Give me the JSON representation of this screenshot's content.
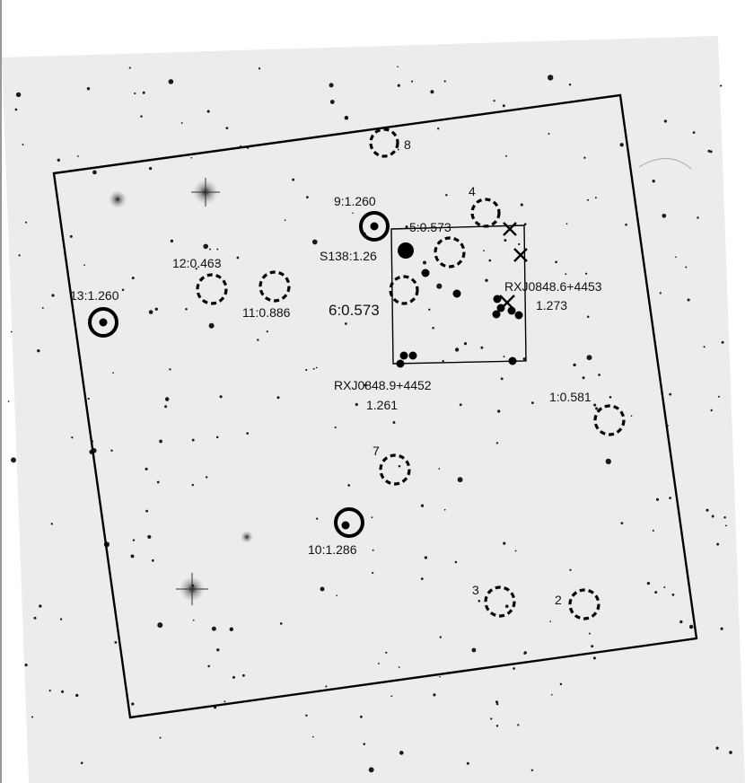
{
  "image": {
    "type": "astronomical-field-finder-chart",
    "background_color": "#ececec",
    "mark_color": "#000000"
  },
  "marked_sources": [
    {
      "id": "1",
      "label": "1:0.581",
      "style": "dashed-circle"
    },
    {
      "id": "2",
      "label": "2",
      "style": "dashed-circle"
    },
    {
      "id": "3",
      "label": "3",
      "style": "dashed-circle"
    },
    {
      "id": "4",
      "label": "4",
      "style": "dashed-circle"
    },
    {
      "id": "5",
      "label": "5:0.573",
      "style": "dashed-circle"
    },
    {
      "id": "6",
      "label": "6:0.573",
      "style": "dashed-circle"
    },
    {
      "id": "7",
      "label": "7",
      "style": "dashed-circle"
    },
    {
      "id": "8",
      "label": "8",
      "style": "dashed-circle"
    },
    {
      "id": "9",
      "label": "9:1.260",
      "style": "solid-ring"
    },
    {
      "id": "10",
      "label": "10:1.286",
      "style": "solid-ring"
    },
    {
      "id": "11",
      "label": "11:0.886",
      "style": "dashed-circle"
    },
    {
      "id": "12",
      "label": "12:0.463",
      "style": "dashed-circle"
    },
    {
      "id": "13",
      "label": "13:1.260",
      "style": "solid-ring"
    }
  ],
  "extra_labels": {
    "s138": "S138:1.26",
    "rxj0848_6_name": "RXJ0848.6+4453",
    "rxj0848_6_z": "1.273",
    "rxj0848_9_name": "RXJ0848.9+4452",
    "rxj0848_9_z": "1.261"
  }
}
